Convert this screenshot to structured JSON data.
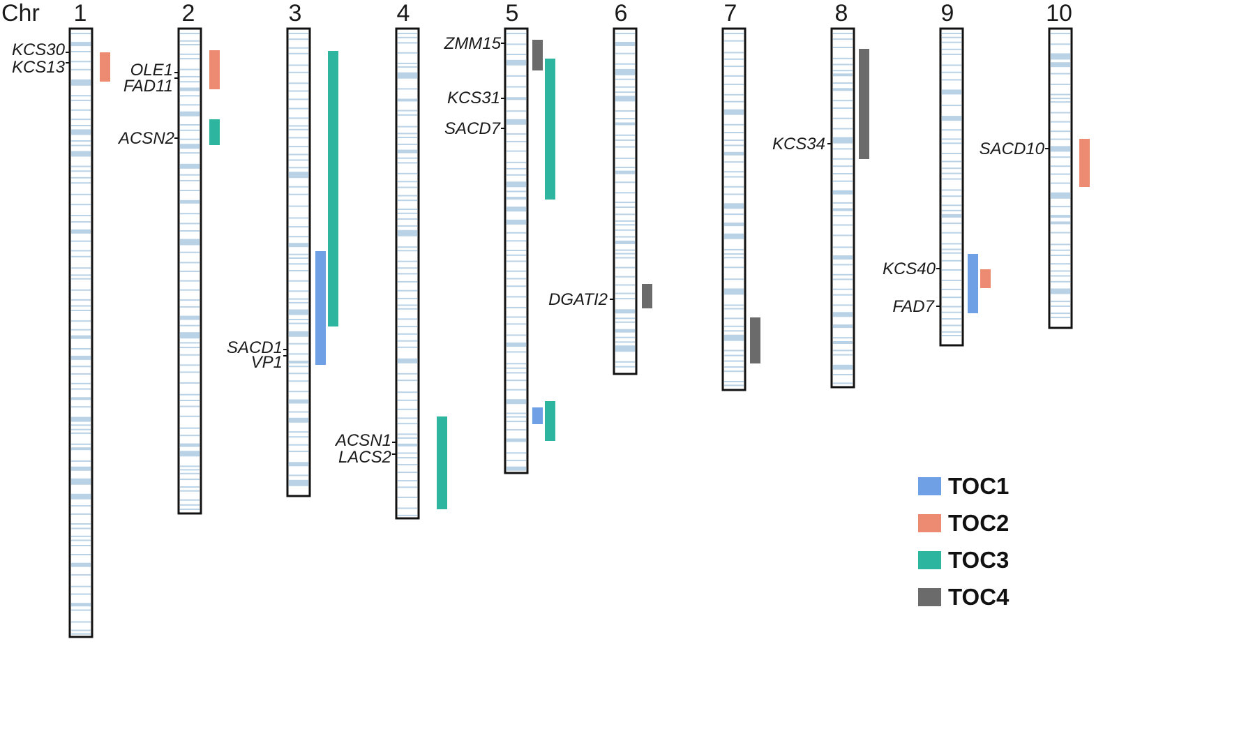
{
  "figure": {
    "header": "Chr"
  },
  "colors": {
    "marker": "#b9d2e6",
    "outline": "#111111",
    "TOC1": "#6fa0e6",
    "TOC2": "#ed8a72",
    "TOC3": "#2db5a0",
    "TOC4": "#6b6b6b"
  },
  "chart_data": {
    "type": "chromosome_map",
    "chromosomes": [
      {
        "id": "1",
        "genes": [
          {
            "name": "KCS30"
          },
          {
            "name": "KCS13"
          }
        ],
        "qtl": [
          {
            "toc": "TOC2"
          }
        ]
      },
      {
        "id": "2",
        "genes": [
          {
            "name": "OLE1"
          },
          {
            "name": "FAD11"
          },
          {
            "name": "ACSN2"
          }
        ],
        "qtl": [
          {
            "toc": "TOC2"
          },
          {
            "toc": "TOC3"
          }
        ]
      },
      {
        "id": "3",
        "genes": [
          {
            "name": "SACD1"
          },
          {
            "name": "VP1"
          }
        ],
        "qtl": [
          {
            "toc": "TOC1"
          },
          {
            "toc": "TOC3"
          }
        ]
      },
      {
        "id": "4",
        "genes": [
          {
            "name": "ACSN1"
          },
          {
            "name": "LACS2"
          }
        ],
        "qtl": [
          {
            "toc": "TOC3"
          }
        ]
      },
      {
        "id": "5",
        "genes": [
          {
            "name": "ZMM15"
          },
          {
            "name": "KCS31"
          },
          {
            "name": "SACD7"
          }
        ],
        "qtl": [
          {
            "toc": "TOC4"
          },
          {
            "toc": "TOC3"
          },
          {
            "toc": "TOC1"
          },
          {
            "toc": "TOC3"
          }
        ]
      },
      {
        "id": "6",
        "genes": [
          {
            "name": "DGATI2"
          }
        ],
        "qtl": [
          {
            "toc": "TOC4"
          }
        ]
      },
      {
        "id": "7",
        "genes": [],
        "qtl": [
          {
            "toc": "TOC4"
          }
        ]
      },
      {
        "id": "8",
        "genes": [
          {
            "name": "KCS34"
          }
        ],
        "qtl": [
          {
            "toc": "TOC4"
          }
        ]
      },
      {
        "id": "9",
        "genes": [
          {
            "name": "KCS40"
          },
          {
            "name": "FAD7"
          }
        ],
        "qtl": [
          {
            "toc": "TOC1"
          },
          {
            "toc": "TOC2"
          }
        ]
      },
      {
        "id": "10",
        "genes": [
          {
            "name": "SACD10"
          }
        ],
        "qtl": [
          {
            "toc": "TOC2"
          }
        ]
      }
    ],
    "legend": [
      "TOC1",
      "TOC2",
      "TOC3",
      "TOC4"
    ]
  }
}
